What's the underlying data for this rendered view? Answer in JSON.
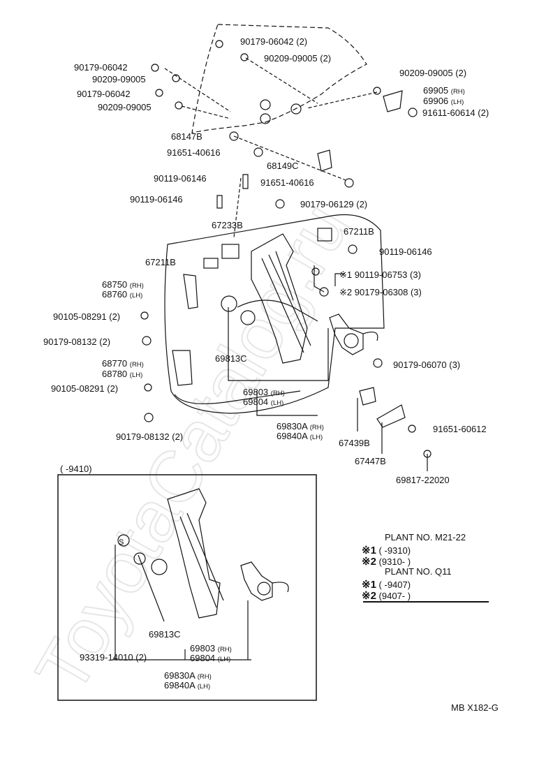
{
  "watermark": "ToyotaCatalog.ru",
  "labels": {
    "p1": "90179-06042 (2)",
    "p2": "90209-09005 (2)",
    "p3": "90179-06042",
    "p4": "90209-09005",
    "p5": "90179-06042",
    "p6": "90209-09005",
    "p7": "90209-09005 (2)",
    "p8": "69905",
    "p8s": "(RH)",
    "p9": "69906",
    "p9s": "(LH)",
    "p10": "91611-60614 (2)",
    "p11": "68147B",
    "p12": "91651-40616",
    "p13": "68149C",
    "p14": "91651-40616",
    "p15": "90119-06146",
    "p16": "90119-06146",
    "p17": "90179-06129 (2)",
    "p18": "67233B",
    "p19": "67211B",
    "p20": "90119-06146",
    "p21": "67211B",
    "p22": "※1 90119-06753 (3)",
    "p23": "※2 90179-06308 (3)",
    "p24": "68750",
    "p24s": "(RH)",
    "p25": "68760",
    "p25s": "(LH)",
    "p26": "90105-08291 (2)",
    "p27": "90179-08132 (2)",
    "p28": "69813C",
    "p29": "90179-06070 (3)",
    "p30": "68770",
    "p30s": "(RH)",
    "p31": "68780",
    "p31s": "(LH)",
    "p32": "90105-08291 (2)",
    "p33": "69803",
    "p33s": "(RH)",
    "p34": "69804",
    "p34s": "(LH)",
    "p35": "90179-08132 (2)",
    "p36": "69830A",
    "p36s": "(RH)",
    "p37": "69840A",
    "p37s": "(LH)",
    "p38": "91651-60612",
    "p39": "67439B",
    "p40": "67447B",
    "p41": "69817-22020",
    "box_title": "(      -9410)",
    "b1": "69813C",
    "b2": "93319-14010 (2)",
    "b3": "69803",
    "b3s": "(RH)",
    "b4": "69804",
    "b4s": "(LH)",
    "b5": "69830A",
    "b5s": "(RH)",
    "b6": "69840A",
    "b6s": "(LH)",
    "footer": "MB  X182-G"
  },
  "plants": [
    {
      "title": "PLANT  NO.  M21-22",
      "r1": "(       -9310)",
      "r2": "(9310-       )"
    },
    {
      "title": "PLANT  NO.  Q11",
      "r1": "(       -9407)",
      "r2": "(9407-       )"
    }
  ],
  "marks": {
    "m1": "※1",
    "m2": "※2"
  }
}
